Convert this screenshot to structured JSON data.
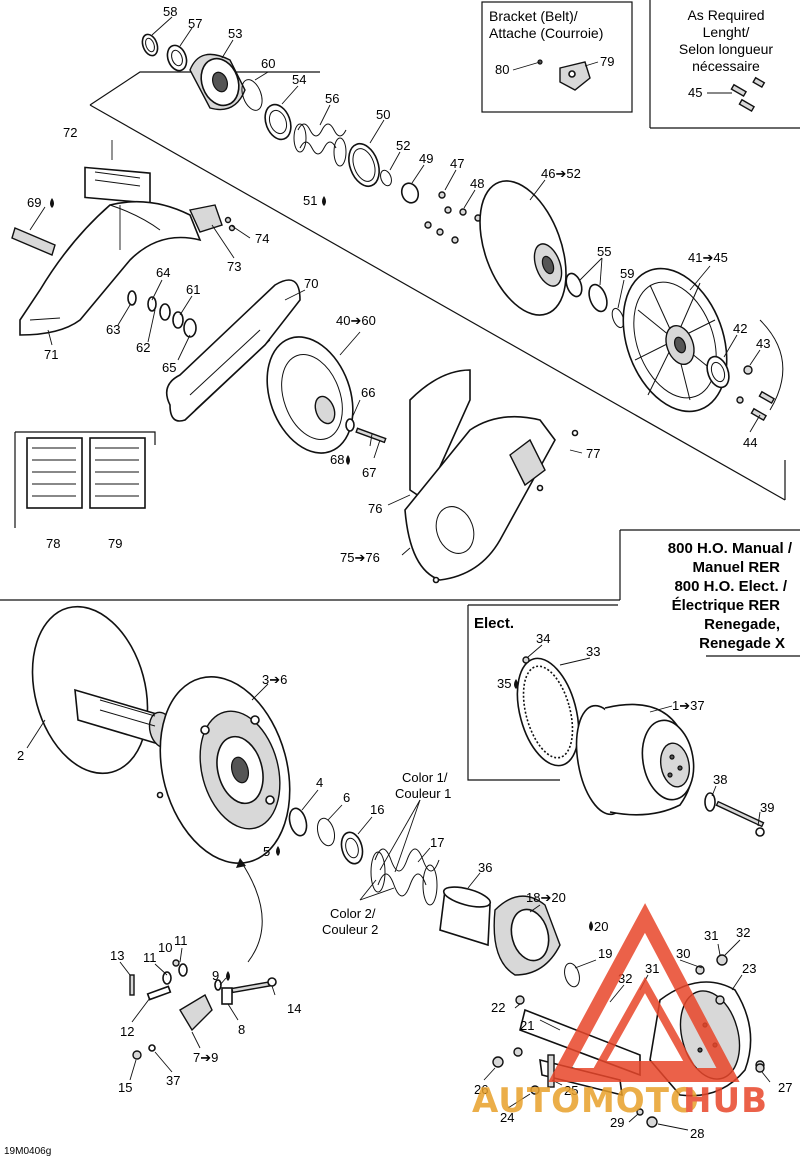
{
  "figure_code": "19M0406g",
  "boxes": {
    "bracket_line1": "Bracket (Belt)/",
    "bracket_line2": "Attache (Courroie)",
    "required_line1": "As Required",
    "required_line2": "Lenght/",
    "required_line3": "Selon longueur",
    "required_line4": "nécessaire"
  },
  "model_box": {
    "line1": "800 H.O. Manual /",
    "line2": "Manuel RER",
    "line3": "800 H.O. Elect. /",
    "line4": "Électrique RER",
    "line5": "Renegade,",
    "line6": "Renegade X"
  },
  "elect_label": "Elect.",
  "color_labels": {
    "c1_line1": "Color 1/",
    "c1_line2": "Couleur 1",
    "c2_line1": "Color 2/",
    "c2_line2": "Couleur 2"
  },
  "watermark": {
    "text_left": "AUTOMOTO",
    "text_right": "HUB",
    "color": "#e8462a"
  },
  "callouts": {
    "c58": "58",
    "c57": "57",
    "c53": "53",
    "c60": "60",
    "c54": "54",
    "c56": "56",
    "c50": "50",
    "c52": "52",
    "c49": "49",
    "c47": "47",
    "c48": "48",
    "c51": "51",
    "c46_52": "46➔52",
    "c80": "80",
    "c79a": "79",
    "c45": "45",
    "c72": "72",
    "c69": "69",
    "c74": "74",
    "c73": "73",
    "c64": "64",
    "c61": "61",
    "c63": "63",
    "c62": "62",
    "c65": "65",
    "c71": "71",
    "c70": "70",
    "c40_60": "40➔60",
    "c55": "55",
    "c59": "59",
    "c41_45": "41➔45",
    "c42": "42",
    "c43": "43",
    "c44": "44",
    "c66": "66",
    "c68": "68",
    "c67": "67",
    "c77": "77",
    "c76": "76",
    "c75_76": "75➔76",
    "c78": "78",
    "c79b": "79",
    "c34": "34",
    "c33": "33",
    "c35": "35",
    "c1_37": "1➔37",
    "c38": "38",
    "c39": "39",
    "c3_6": "3➔6",
    "c2": "2",
    "c4": "4",
    "c6": "6",
    "c16": "16",
    "c5": "5",
    "c17": "17",
    "c36": "36",
    "c18_20": "18➔20",
    "c20": "20",
    "c19": "19",
    "c30": "30",
    "c31a": "31",
    "c32a": "32",
    "c23": "23",
    "c32b": "32",
    "c31b": "31",
    "c22": "22",
    "c21": "21",
    "c13": "13",
    "c11a": "11",
    "c10": "10",
    "c11b": "11",
    "c9": "9",
    "c14": "14",
    "c12": "12",
    "c8": "8",
    "c7_9": "7➔9",
    "c15": "15",
    "c37": "37",
    "c26": "26",
    "c25": "25",
    "c24": "24",
    "c27": "27",
    "c29": "29",
    "c28": "28"
  }
}
